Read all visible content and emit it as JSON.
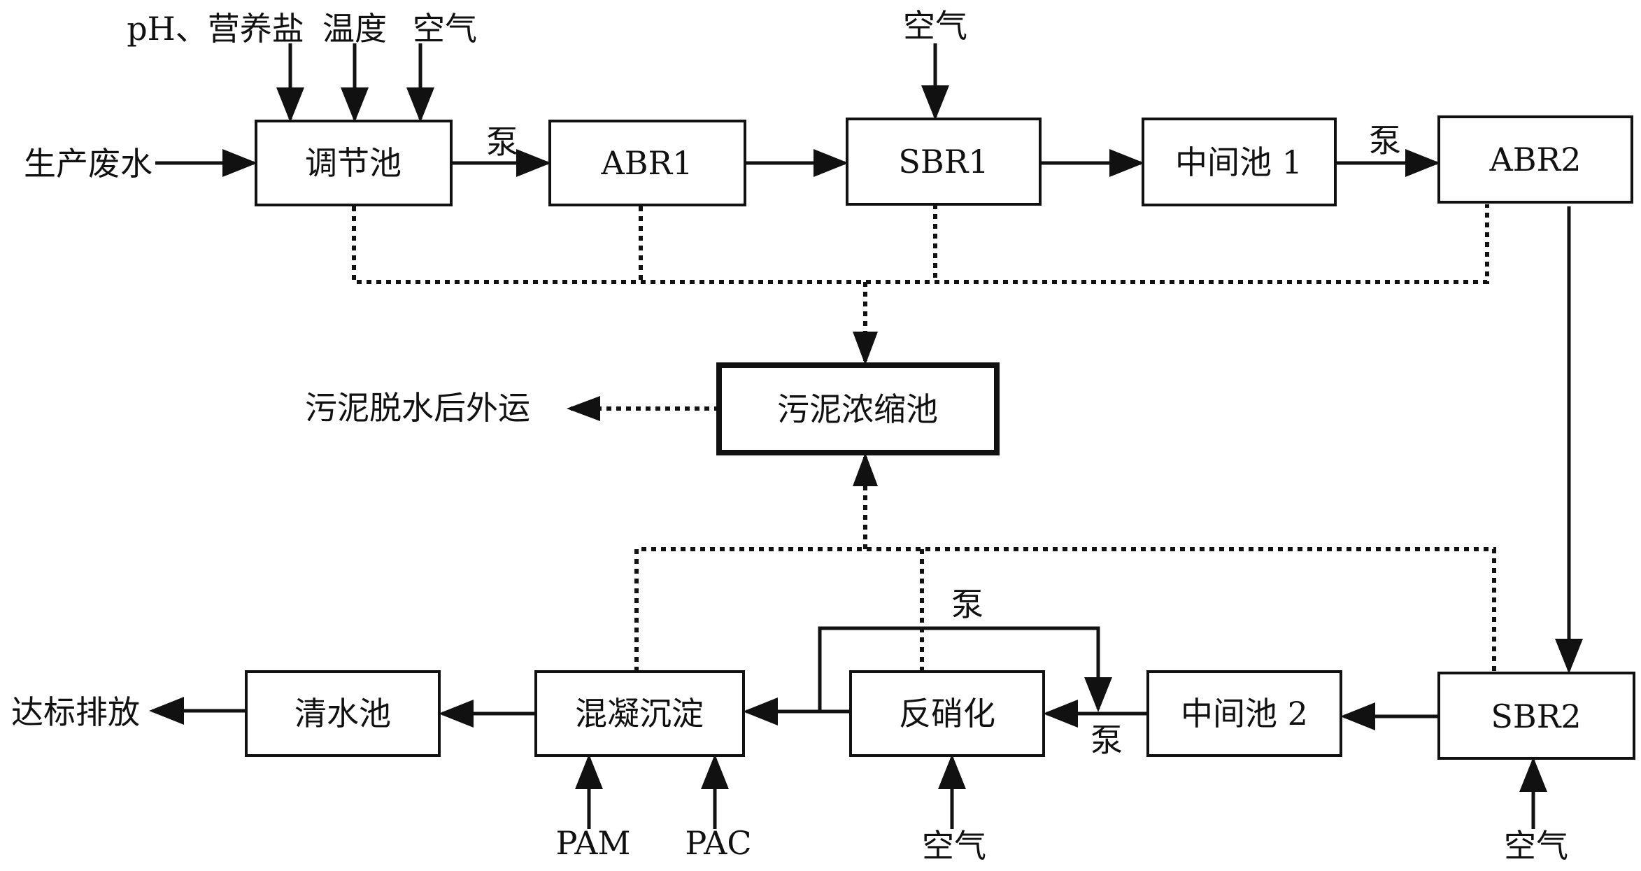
{
  "units": {
    "adjust_tank": "调节池",
    "abr1": "ABR1",
    "sbr1": "SBR1",
    "intermediate_tank_1": "中间池 1",
    "abr2": "ABR2",
    "sludge_thickener": "污泥浓缩池",
    "sbr2": "SBR2",
    "intermediate_tank_2": "中间池 2",
    "denitrification": "反硝化",
    "coag_sedimentation": "混凝沉淀",
    "clear_water_tank": "清水池"
  },
  "labels": {
    "raw_wastewater": "生产废水",
    "ph_nutrients": "pH、营养盐",
    "temperature": "温度",
    "air": "空气",
    "pump": "泵",
    "sludge_disposal": "污泥脱水后外运",
    "discharge": "达标排放",
    "pam": "PAM",
    "pac": "PAC"
  },
  "colors": {
    "ink": "#111111",
    "background": "#ffffff"
  }
}
